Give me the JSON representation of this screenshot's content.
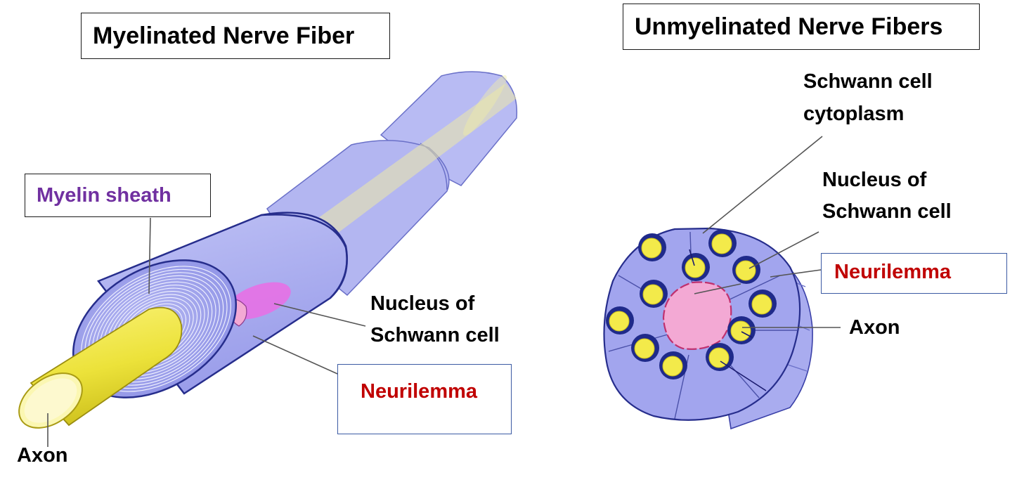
{
  "left_panel": {
    "title": "Myelinated Nerve Fiber",
    "labels": {
      "myelin_sheath": "Myelin sheath",
      "nucleus_line1": "Nucleus of",
      "nucleus_line2": "Schwann cell",
      "neurilemma": "Neurilemma",
      "axon": "Axon"
    }
  },
  "right_panel": {
    "title": "Unmyelinated Nerve Fibers",
    "labels": {
      "cytoplasm_line1": "Schwann cell",
      "cytoplasm_line2": "cytoplasm",
      "nucleus_line1": "Nucleus of",
      "nucleus_line2": "Schwann cell",
      "neurilemma": "Neurilemma",
      "axon": "Axon"
    }
  },
  "colors": {
    "sheath_fill": "#a3a6ee",
    "sheath_light": "#c9ccf6",
    "sheath_outline": "#262d8c",
    "axon_yellow": "#f3ea4a",
    "nucleus_magenta": "#e770e4",
    "nucleus_pink": "#f3a9d4",
    "myelin_label": "#7030a0",
    "neurilemma_label": "#c00000"
  }
}
